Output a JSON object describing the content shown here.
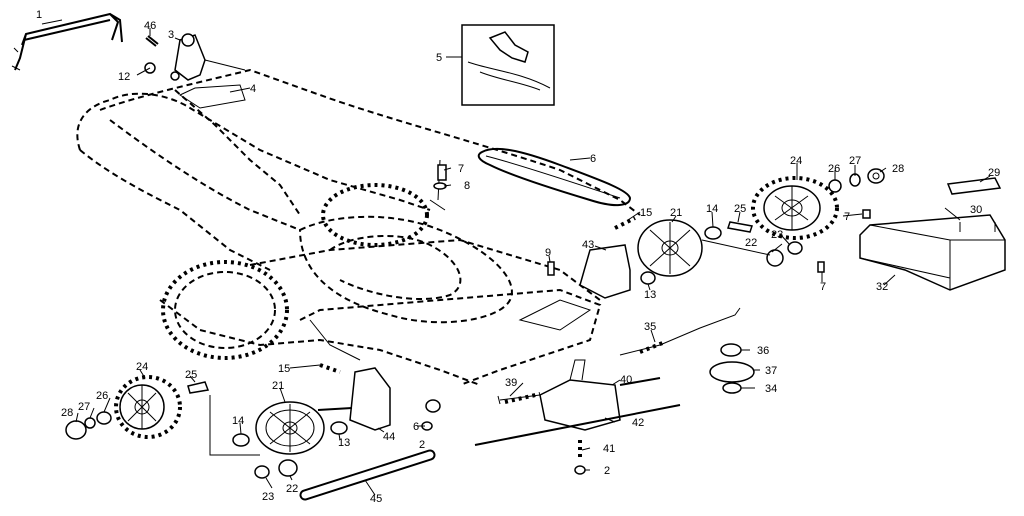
{
  "parts": [
    {
      "id": "p1",
      "label": "1"
    },
    {
      "id": "p46",
      "label": "46"
    },
    {
      "id": "p3",
      "label": "3"
    },
    {
      "id": "p12",
      "label": "12"
    },
    {
      "id": "p4",
      "label": "4"
    },
    {
      "id": "p5",
      "label": "5"
    },
    {
      "id": "p6",
      "label": "6"
    },
    {
      "id": "p7a",
      "label": "7"
    },
    {
      "id": "p8",
      "label": "8"
    },
    {
      "id": "p24a",
      "label": "24"
    },
    {
      "id": "p26a",
      "label": "26"
    },
    {
      "id": "p27a",
      "label": "27"
    },
    {
      "id": "p28a",
      "label": "28"
    },
    {
      "id": "p29",
      "label": "29"
    },
    {
      "id": "p15a",
      "label": "15"
    },
    {
      "id": "p21a",
      "label": "21"
    },
    {
      "id": "p14a",
      "label": "14"
    },
    {
      "id": "p25a",
      "label": "25"
    },
    {
      "id": "p7b",
      "label": "7"
    },
    {
      "id": "p30",
      "label": "30"
    },
    {
      "id": "p23a",
      "label": "23"
    },
    {
      "id": "p22a",
      "label": "22"
    },
    {
      "id": "p9",
      "label": "9"
    },
    {
      "id": "p43",
      "label": "43"
    },
    {
      "id": "p13a",
      "label": "13"
    },
    {
      "id": "p7c",
      "label": "7"
    },
    {
      "id": "p32",
      "label": "32"
    },
    {
      "id": "p35",
      "label": "35"
    },
    {
      "id": "p36",
      "label": "36"
    },
    {
      "id": "p37",
      "label": "37"
    },
    {
      "id": "p34",
      "label": "34"
    },
    {
      "id": "p15b",
      "label": "15"
    },
    {
      "id": "p24b",
      "label": "24"
    },
    {
      "id": "p25b",
      "label": "25"
    },
    {
      "id": "p39",
      "label": "39"
    },
    {
      "id": "p40",
      "label": "40"
    },
    {
      "id": "p26b",
      "label": "26"
    },
    {
      "id": "p21b",
      "label": "21"
    },
    {
      "id": "p27b",
      "label": "27"
    },
    {
      "id": "p28b",
      "label": "28"
    },
    {
      "id": "p14b",
      "label": "14"
    },
    {
      "id": "p13b",
      "label": "13"
    },
    {
      "id": "p44",
      "label": "44"
    },
    {
      "id": "p6b",
      "label": "6"
    },
    {
      "id": "p2a",
      "label": "2"
    },
    {
      "id": "p42",
      "label": "42"
    },
    {
      "id": "p41",
      "label": "41"
    },
    {
      "id": "p2b",
      "label": "2"
    },
    {
      "id": "p23b",
      "label": "23"
    },
    {
      "id": "p22b",
      "label": "22"
    },
    {
      "id": "p45",
      "label": "45"
    }
  ]
}
